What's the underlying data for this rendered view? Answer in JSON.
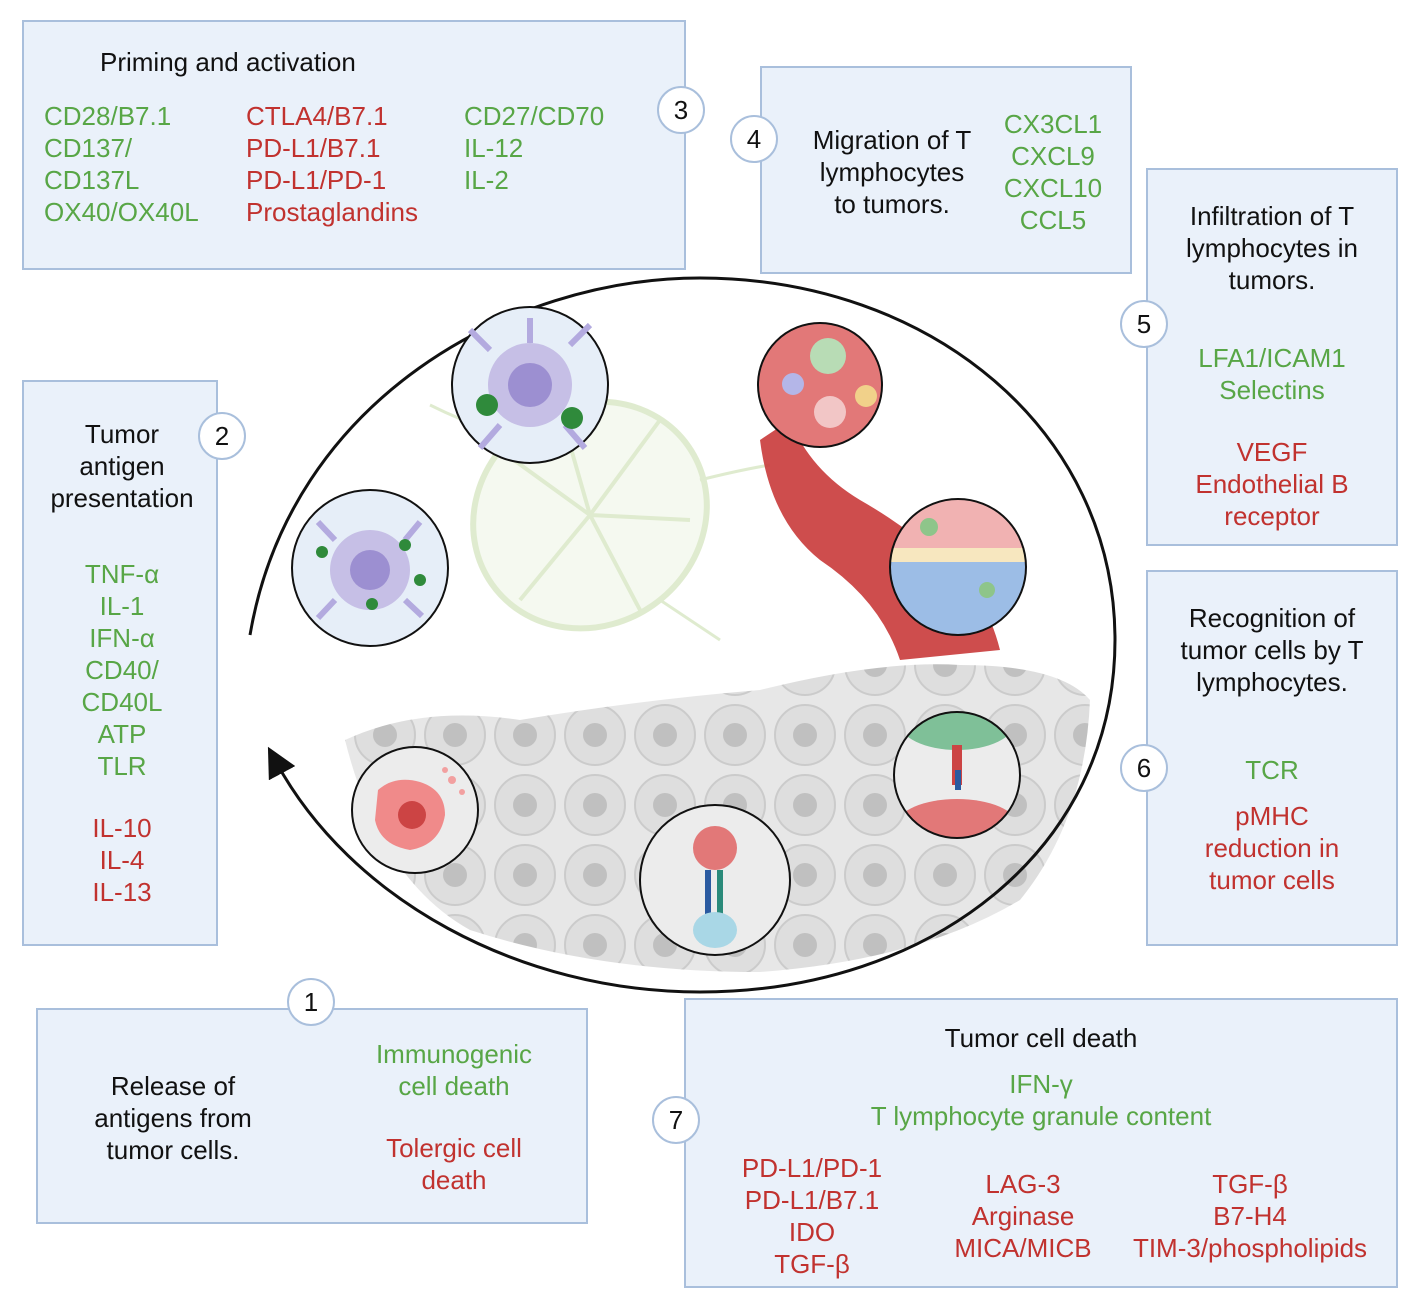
{
  "colors": {
    "box_fill": "#eaf1fa",
    "box_border": "#a9bfdc",
    "positive": "#58a646",
    "negative": "#c1322f",
    "title": "#111111"
  },
  "step1": {
    "number": "1",
    "title": [
      "Release of",
      "antigens from",
      "tumor cells."
    ],
    "positive": [
      "Immunogenic",
      "cell death"
    ],
    "negative": [
      "Tolergic cell",
      "death"
    ]
  },
  "step2": {
    "number": "2",
    "title": [
      "Tumor",
      "antigen",
      "presentation"
    ],
    "positive": [
      "TNF-α",
      "IL-1",
      "IFN-α",
      "CD40/",
      "CD40L",
      "ATP",
      "TLR"
    ],
    "negative": [
      "IL-10",
      "IL-4",
      "IL-13"
    ]
  },
  "step3": {
    "number": "3",
    "title": "Priming and activation",
    "col1": [
      "CD28/B7.1",
      "CD137/",
      "CD137L",
      "OX40/OX40L"
    ],
    "col2": [
      "CTLA4/B7.1",
      "PD-L1/B7.1",
      "PD-L1/PD-1",
      "Prostaglandins"
    ],
    "col3": [
      "CD27/CD70",
      "IL-12",
      "IL-2"
    ]
  },
  "step4": {
    "number": "4",
    "title": [
      "Migration of T",
      "lymphocytes",
      "to tumors."
    ],
    "positive": [
      "CX3CL1",
      "CXCL9",
      "CXCL10",
      "CCL5"
    ]
  },
  "step5": {
    "number": "5",
    "title": [
      "Infiltration of T",
      "lymphocytes in",
      "tumors."
    ],
    "positive": [
      "LFA1/ICAM1",
      "Selectins"
    ],
    "negative": [
      "VEGF",
      "Endothelial B",
      "receptor"
    ]
  },
  "step6": {
    "number": "6",
    "title": [
      "Recognition of",
      "tumor cells by T",
      "lymphocytes."
    ],
    "positive": [
      "TCR"
    ],
    "negative": [
      "pMHC",
      "reduction in",
      "tumor cells"
    ]
  },
  "step7": {
    "number": "7",
    "title": "Tumor cell death",
    "positive": [
      "IFN-γ",
      "T lymphocyte granule content"
    ],
    "neg_col1": [
      "PD-L1/PD-1",
      "PD-L1/B7.1",
      "IDO",
      "TGF-β"
    ],
    "neg_col2": [
      "LAG-3",
      "Arginase",
      "MICA/MICB"
    ],
    "neg_col3": [
      "TGF-β",
      "B7-H4",
      "TIM-3/phospholipids"
    ]
  }
}
